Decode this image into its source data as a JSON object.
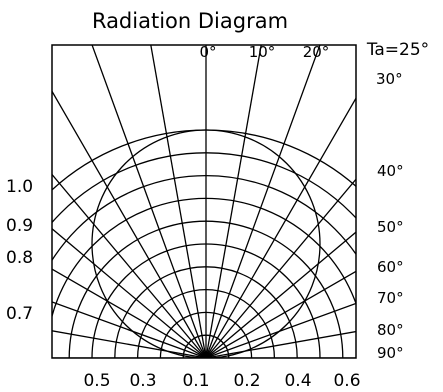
{
  "chart_data": {
    "type": "polar-radiation-pattern",
    "title": "Radiation Diagram",
    "condition": "Ta=25°",
    "angle_labels": [
      "0°",
      "10°",
      "20°",
      "30°",
      "40°",
      "50°",
      "60°",
      "70°",
      "80°",
      "90°"
    ],
    "relative_intensity_labels": [
      "1.0",
      "0.9",
      "0.8",
      "0.7"
    ],
    "bottom_scale_labels": [
      "0.5",
      "0.3",
      "0.1",
      "0.2",
      "0.4",
      "0.6"
    ],
    "angles_deg": [
      0,
      10,
      20,
      30,
      40,
      50,
      60,
      70,
      80,
      90
    ],
    "grid_radii": [
      0.1,
      0.2,
      0.3,
      0.4,
      0.5,
      0.6,
      0.7,
      0.8,
      0.9,
      1.0
    ],
    "grid": true,
    "pattern": {
      "description_shape": "circle-through-origin",
      "max_relative_intensity": 1.0,
      "angle_deg": [
        0,
        10,
        20,
        30,
        40,
        50,
        60,
        70,
        80,
        90
      ],
      "relative_intensity": [
        1.0,
        0.985,
        0.94,
        0.866,
        0.766,
        0.643,
        0.5,
        0.342,
        0.174,
        0.0
      ]
    }
  }
}
